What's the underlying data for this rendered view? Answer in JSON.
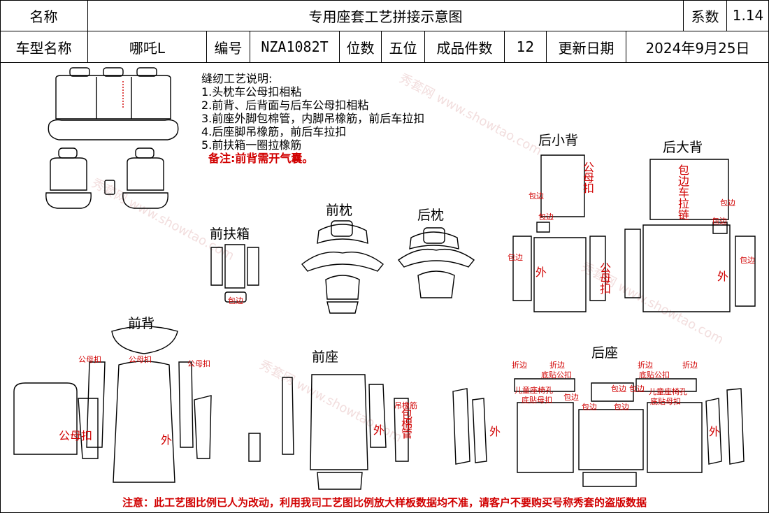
{
  "header": {
    "name_label": "名称",
    "title": "专用座套工艺拼接示意图",
    "coef_label": "系数",
    "coef_value": "1.14",
    "model_label": "车型名称",
    "model_value": "哪吒L",
    "code_label": "编号",
    "code_value": "NZA1082T",
    "seats_label": "位数",
    "seats_value": "五位",
    "pieces_label": "成品件数",
    "pieces_value": "12",
    "date_label": "更新日期",
    "date_value": "2024年9月25日"
  },
  "notes": {
    "title": "缝纫工艺说明:",
    "items": [
      "1.头枕车公母扣相粘",
      "2.前背、后背面与后车公母扣相粘",
      "3.前座外脚包棉管，内脚吊橡筋，前后车拉扣",
      "4.后座脚吊橡筋，前后车拉扣",
      "5.前扶箱一圈拉橡筋"
    ],
    "remark": "备注:前背需开气囊。"
  },
  "sections": {
    "rear_small_back": "后小背",
    "rear_big_back": "后大背",
    "front_headrest": "前枕",
    "rear_headrest": "后枕",
    "front_armrest": "前扶箱",
    "front_back": "前背",
    "front_seat": "前座",
    "rear_seat": "后座"
  },
  "annotations": {
    "snap": "公母扣",
    "snap_vertical": "公\n母\n扣",
    "outer": "外",
    "wrap_edge": "包边",
    "wrap_vertical": "包\n边\n车\n拉\n链",
    "rubber_wrap": "吊橡筋",
    "wrap_foam": "包\n棉\n管",
    "fold_edge": "折边",
    "bottom_snap": "底贴公扣",
    "child_seat_hole": "儿童座椅孔",
    "bottom_paste": "底贴母扣"
  },
  "footer": "注意：此工艺图比例已人为改动，利用我司工艺图比例放大样板数据均不准，请客户不要购买号称秀套的盗版数据",
  "watermark": "秀套网 www.showtao.com"
}
